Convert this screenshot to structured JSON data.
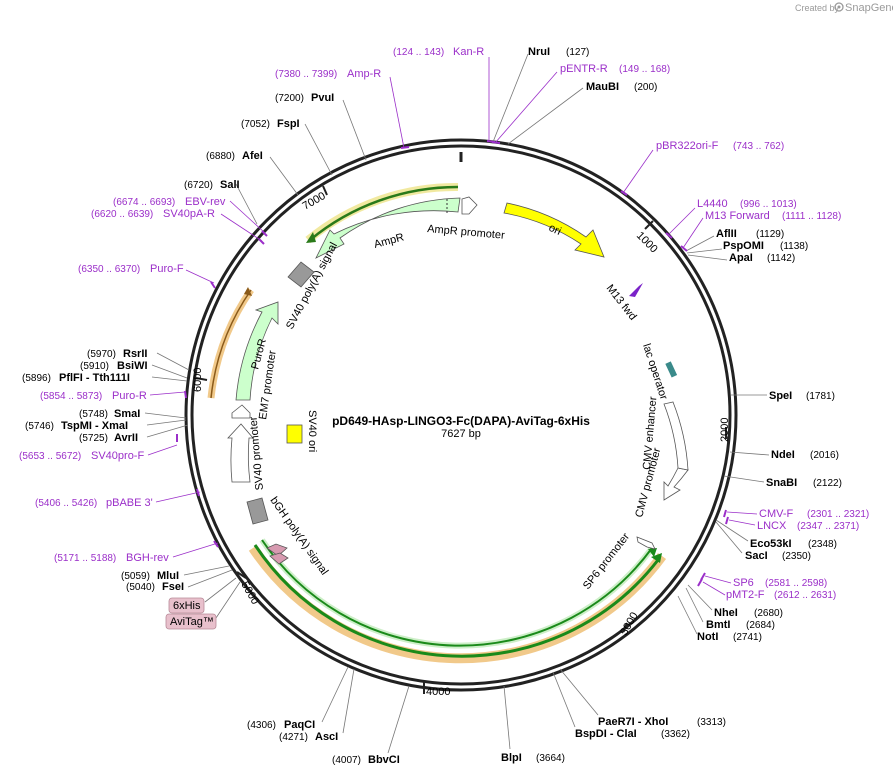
{
  "credit": {
    "prefix": "Created by",
    "brand": "SnapGene"
  },
  "plasmid": {
    "name": "pD649-HAsp-LINGO3-Fc(DAPA)-AviTag-6xHis",
    "length_label": "7627 bp",
    "length": 7627
  },
  "ticks": [
    "1000",
    "2000",
    "3000",
    "4000",
    "5000",
    "6000",
    "7000"
  ],
  "sites": [
    {
      "name": "NruI",
      "pos": "(127)"
    },
    {
      "name": "MauBI",
      "pos": "(200)"
    },
    {
      "name": "AflII",
      "pos": "(1129)"
    },
    {
      "name": "PspOMI",
      "pos": "(1138)"
    },
    {
      "name": "ApaI",
      "pos": "(1142)"
    },
    {
      "name": "SpeI",
      "pos": "(1781)"
    },
    {
      "name": "NdeI",
      "pos": "(2016)"
    },
    {
      "name": "SnaBI",
      "pos": "(2122)"
    },
    {
      "name": "Eco53kI",
      "pos": "(2348)"
    },
    {
      "name": "SacI",
      "pos": "(2350)"
    },
    {
      "name": "NheI",
      "pos": "(2680)"
    },
    {
      "name": "BmtI",
      "pos": "(2684)"
    },
    {
      "name": "NotI",
      "pos": "(2741)"
    },
    {
      "name": "PaeR7I - XhoI",
      "pos": "(3313)"
    },
    {
      "name": "BspDI - ClaI",
      "pos": "(3362)"
    },
    {
      "name": "BlpI",
      "pos": "(3664)"
    },
    {
      "name": "BbvCI",
      "pos": "(4007)"
    },
    {
      "name": "AscI",
      "pos": "(4271)"
    },
    {
      "name": "PaqCI",
      "pos": "(4306)"
    },
    {
      "name": "FseI",
      "pos": "(5040)"
    },
    {
      "name": "MluI",
      "pos": "(5059)"
    },
    {
      "name": "AvrII",
      "pos": "(5725)"
    },
    {
      "name": "TspMI - XmaI",
      "pos": "(5746)"
    },
    {
      "name": "SmaI",
      "pos": "(5748)"
    },
    {
      "name": "PflFI - Tth111I",
      "pos": "(5896)"
    },
    {
      "name": "BsiWI",
      "pos": "(5910)"
    },
    {
      "name": "RsrII",
      "pos": "(5970)"
    },
    {
      "name": "SalI",
      "pos": "(6720)"
    },
    {
      "name": "AfeI",
      "pos": "(6880)"
    },
    {
      "name": "FspI",
      "pos": "(7052)"
    },
    {
      "name": "PvuI",
      "pos": "(7200)"
    }
  ],
  "primers": [
    {
      "name": "Kan-R",
      "pos": "(124 .. 143)"
    },
    {
      "name": "pENTR-R",
      "pos": "(149 .. 168)"
    },
    {
      "name": "pBR322ori-F",
      "pos": "(743 .. 762)"
    },
    {
      "name": "L4440",
      "pos": "(996 .. 1013)"
    },
    {
      "name": "M13 Forward",
      "pos": "(1111 .. 1128)"
    },
    {
      "name": "CMV-F",
      "pos": "(2301 .. 2321)"
    },
    {
      "name": "LNCX",
      "pos": "(2347 .. 2371)"
    },
    {
      "name": "SP6",
      "pos": "(2581 .. 2598)"
    },
    {
      "name": "pMT2-F",
      "pos": "(2612 .. 2631)"
    },
    {
      "name": "BGH-rev",
      "pos": "(5171 .. 5188)"
    },
    {
      "name": "pBABE 3'",
      "pos": "(5406 .. 5426)"
    },
    {
      "name": "SV40pro-F",
      "pos": "(5653 .. 5672)"
    },
    {
      "name": "Puro-R",
      "pos": "(5854 .. 5873)"
    },
    {
      "name": "Puro-F",
      "pos": "(6350 .. 6370)"
    },
    {
      "name": "SV40pA-R",
      "pos": "(6620 .. 6639)"
    },
    {
      "name": "EBV-rev",
      "pos": "(6674 .. 6693)"
    },
    {
      "name": "Amp-R",
      "pos": "(7380 .. 7399)"
    }
  ],
  "features": [
    {
      "name": "ori",
      "color": "#ffff00"
    },
    {
      "name": "AmpR promoter",
      "color": "#ffffff"
    },
    {
      "name": "AmpR",
      "color": "#ccffcc"
    },
    {
      "name": "SV40 poly(A) signal",
      "color": "#999999"
    },
    {
      "name": "PuroR",
      "color": "#ccffcc"
    },
    {
      "name": "EM7 promoter",
      "color": "#ffffff"
    },
    {
      "name": "SV40 promoter",
      "color": "#ffffff"
    },
    {
      "name": "SV40 ori",
      "color": "#ffff00"
    },
    {
      "name": "bGH poly(A) signal",
      "color": "#999999"
    },
    {
      "name": "SP6 promoter",
      "color": "#ffffff"
    },
    {
      "name": "CMV promoter",
      "color": "#ffffff"
    },
    {
      "name": "CMV enhancer",
      "color": "#ffffff"
    },
    {
      "name": "lac operator",
      "color": "#3a8a8a"
    },
    {
      "name": "M13 fwd",
      "color": "#7a22c8"
    }
  ],
  "tags": [
    {
      "name": "6xHis",
      "color": "#e8c0cc"
    },
    {
      "name": "AviTag™",
      "color": "#e8c0cc"
    }
  ],
  "colors": {
    "primer": "#9b2fc9",
    "orf_green": "#1a8a1a",
    "orf_halo": "#f1c98a",
    "backbone": "#222222"
  }
}
